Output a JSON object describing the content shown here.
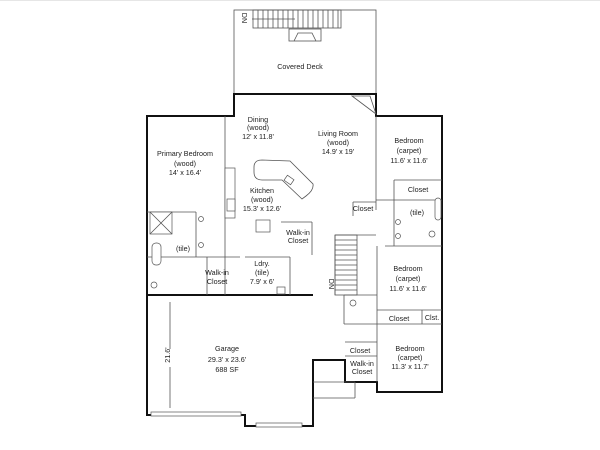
{
  "plan": {
    "deck": {
      "name": "Covered Deck"
    },
    "stairs_top": {
      "label": "DN"
    },
    "stairs_mid": {
      "label": "DN"
    },
    "dining": {
      "name": "Dining",
      "floor": "(wood)",
      "size": "12' x 11.8'"
    },
    "living": {
      "name": "Living Room",
      "floor": "(wood)",
      "size": "14.9' x 19'"
    },
    "bedroom1": {
      "name": "Bedroom",
      "floor": "(carpet)",
      "size": "11.6' x 11.6'"
    },
    "primary": {
      "name": "Primary Bedroom",
      "floor": "(wood)",
      "size": "14' x 16.4'"
    },
    "kitchen": {
      "name": "Kitchen",
      "floor": "(wood)",
      "size": "15.3' x 12.6'"
    },
    "closet_living": "Closet",
    "closet_bed1": "Closet",
    "bath_right": "(tile)",
    "walkin_kitchen": {
      "line1": "Walk-in",
      "line2": "Closet"
    },
    "bath_primary": "(tile)",
    "walkin_primary": {
      "line1": "Walk-in",
      "line2": "Closet"
    },
    "laundry": {
      "name": "Ldry.",
      "floor": "(tile)",
      "size": "7.9' x 6'"
    },
    "bedroom2": {
      "name": "Bedroom",
      "floor": "(carpet)",
      "size": "11.6' x 11.6'"
    },
    "closet_bed2": "Closet",
    "clst": "Clst.",
    "garage": {
      "name": "Garage",
      "size": "29.3' x 23.6'",
      "area": "688 SF",
      "dimension": "21.6'"
    },
    "closet_bed3": "Closet",
    "walkin_bed3": {
      "line1": "Walk-in",
      "line2": "Closet"
    },
    "bedroom3": {
      "name": "Bedroom",
      "floor": "(carpet)",
      "size": "11.3' x 11.7'"
    }
  }
}
